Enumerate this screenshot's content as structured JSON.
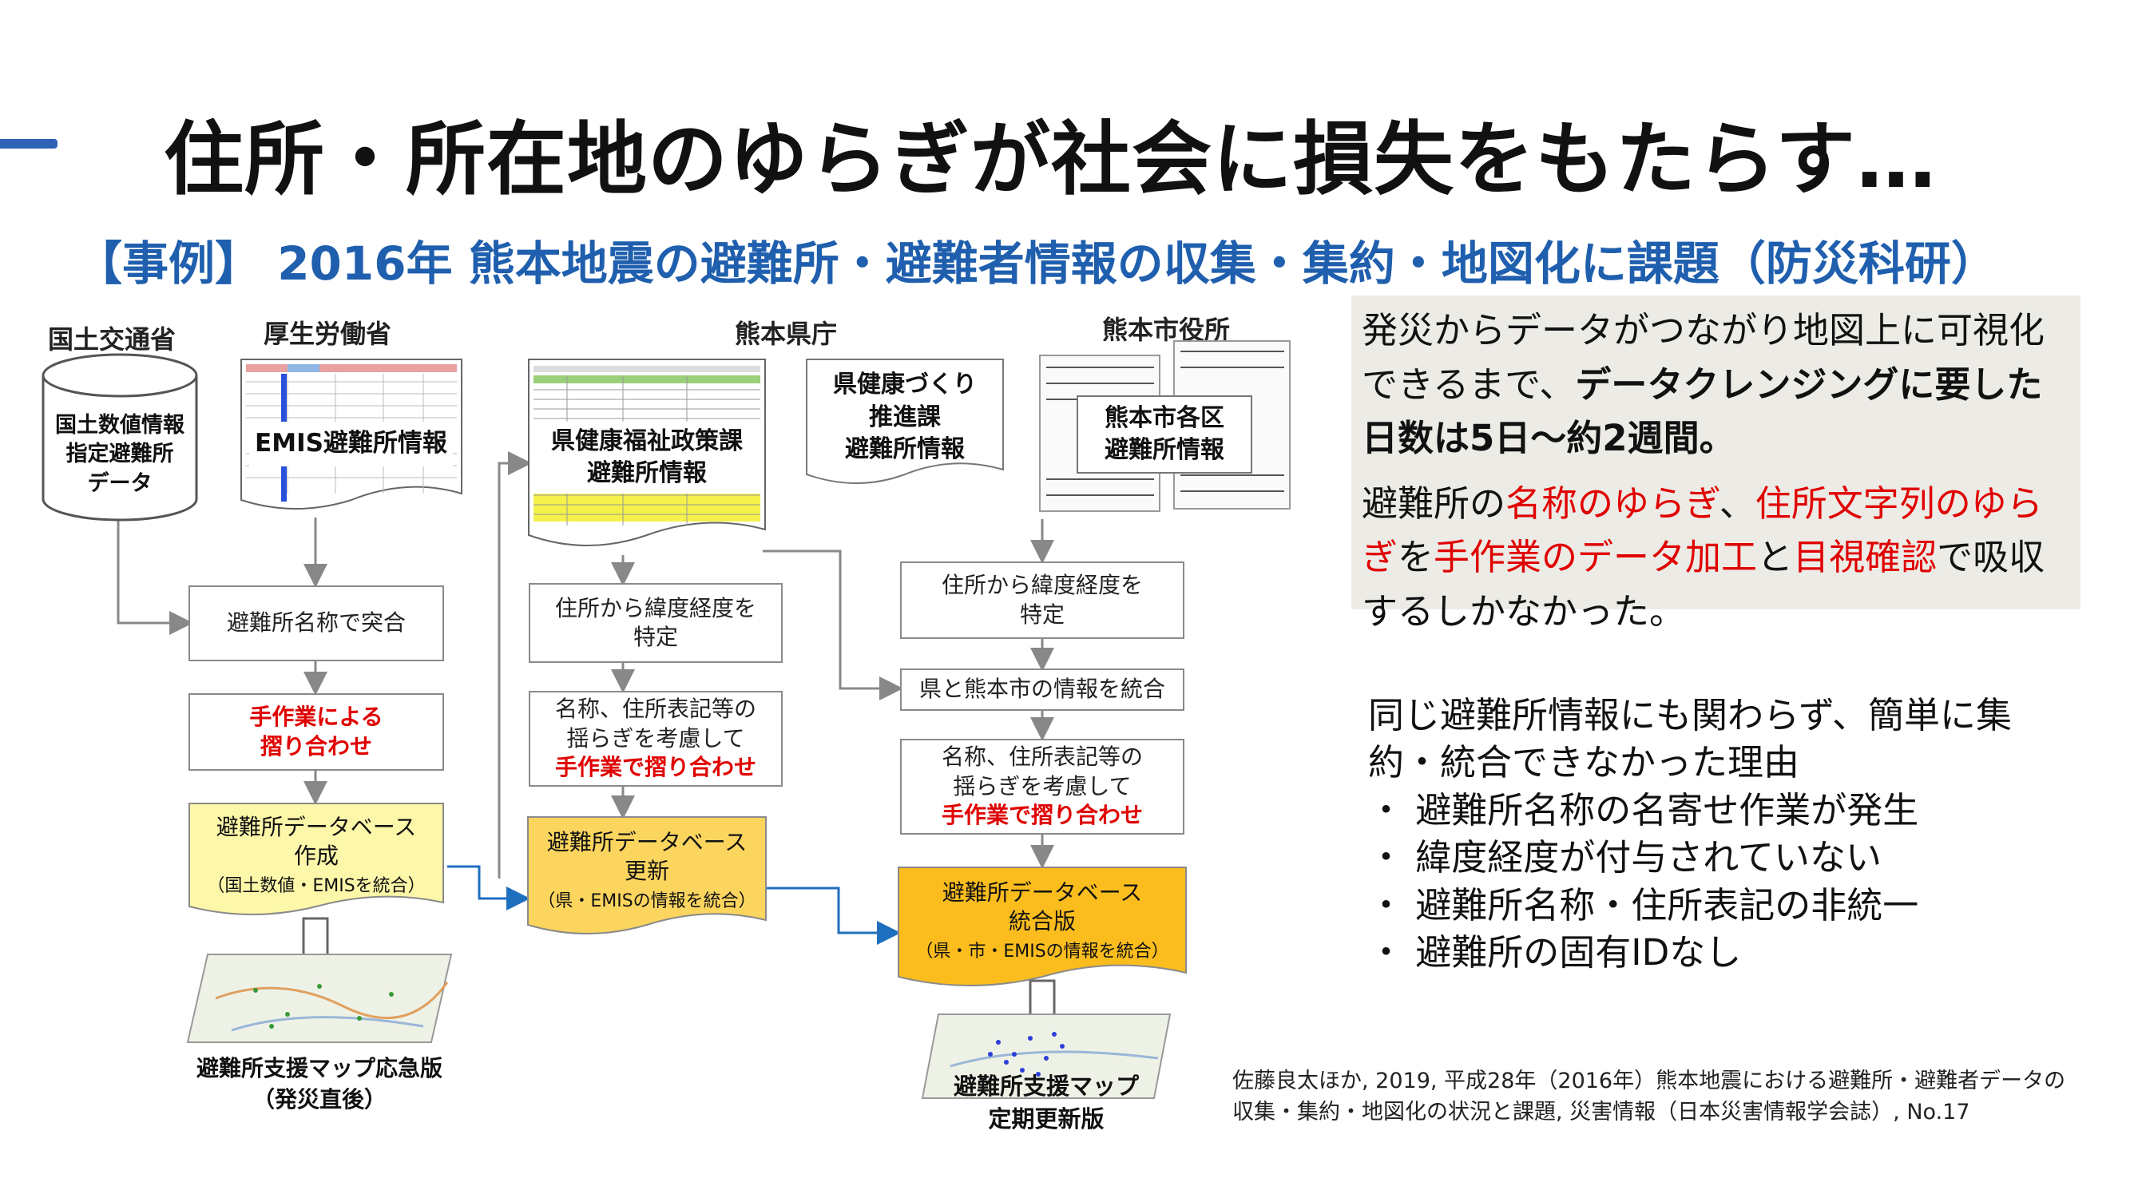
{
  "title": "住所・所在地のゆらぎが社会に損失をもたらす…",
  "subtitle": "【事例】 2016年 熊本地震の避難所・避難者情報の収集・集約・地図化に課題（防災科研）",
  "columns": {
    "mlit": "国土交通省",
    "mhlw": "厚生労働省",
    "pref": "熊本県庁",
    "city": "熊本市役所"
  },
  "sources": {
    "mlit_cylinder": "国土数値情報\n指定避難所\nデータ",
    "emis": "EMIS避難所情報",
    "pref_welfare": "県健康福祉政策課\n避難所情報",
    "pref_health": "県健康づくり\n推進課\n避難所情報",
    "city_wards": "熊本市各区\n避難所情報"
  },
  "flow_left": {
    "match_by_name": "避難所名称で突合",
    "manual_match": "手作業による\n摺り合わせ",
    "db_create": "避難所データベース\n作成",
    "db_create_note": "（国土数値・EMISを統合）",
    "map_caption": "避難所支援マップ応急版\n（発災直後）"
  },
  "flow_pref": {
    "geocode": "住所から緯度経度を\n特定",
    "fuzzy_prefix": "名称、住所表記等の\n揺らぎを考慮して",
    "fuzzy_manual": "手作業で摺り合わせ",
    "db_update": "避難所データベース\n更新",
    "db_update_note": "（県・EMISの情報を統合）"
  },
  "flow_city": {
    "geocode": "住所から緯度経度を\n特定",
    "merge": "県と熊本市の情報を統合",
    "fuzzy_prefix": "名称、住所表記等の\n揺らぎを考慮して",
    "fuzzy_manual": "手作業で摺り合わせ",
    "db_merged": "避難所データベース\n統合版",
    "db_merged_note": "（県・市・EMISの情報を統合）",
    "map_caption": "避難所支援マップ\n定期更新版"
  },
  "panel": {
    "line1": "発災からデータがつながり地図上に可視化できるまで、",
    "line1_bold": "データクレンジングに要した日数は5日～約2週間。",
    "p2_a": "避難所の",
    "p2_r1": "名称のゆらぎ",
    "p2_b": "、",
    "p2_r2": "住所文字列のゆらぎ",
    "p2_c": "を",
    "p2_r3": "手作業のデータ加工",
    "p2_d": "と",
    "p2_r4": "目視確認",
    "p2_e": "で吸収するしかなかった。"
  },
  "reasons": {
    "intro1": "同じ避難所情報にも関わらず、簡単に集",
    "intro2": "約・統合できなかった理由",
    "items": [
      "・ 避難所名称の名寄せ作業が発生",
      "・ 緯度経度が付与されていない",
      "・ 避難所名称・住所表記の非統一",
      "・ 避難所の固有IDなし"
    ]
  },
  "citation": {
    "line1": "佐藤良太ほか, 2019, 平成28年（2016年）熊本地震における避難所・避難者データの",
    "line2": "収集・集約・地図化の状況と課題, 災害情報（日本災害情報学会誌）, No.17"
  },
  "colors": {
    "accent": "#2e63b6",
    "subtitle": "#1f5fae",
    "alert_red": "#e00000",
    "panel_bg": "#ecebe6",
    "db_light": "#fdf7a9",
    "db_mid": "#fbd55e",
    "db_deep": "#fbbd1e",
    "blue_arrow": "#1f6fbf"
  }
}
